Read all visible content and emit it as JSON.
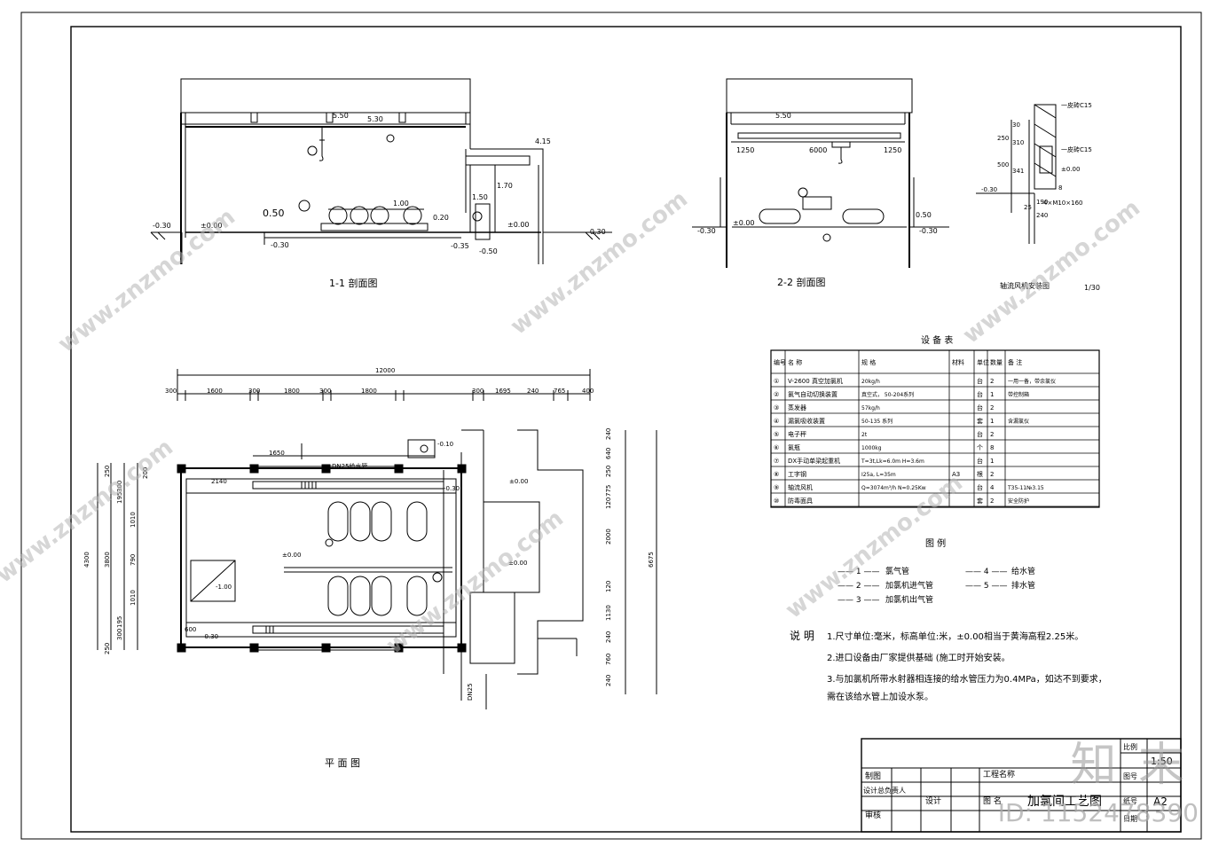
{
  "views": {
    "section11": {
      "title": "1-1   剖面图",
      "levels": [
        "-0.30",
        "±0.00",
        "-0.30",
        "-0.35",
        "-0.50",
        "±0.00",
        "-0.30"
      ],
      "dims": [
        "5.50",
        "5.30",
        "4.15",
        "1.70",
        "1.50",
        "0.20",
        "1.00"
      ],
      "label050": "0.50"
    },
    "section22": {
      "title": "2-2   剖面图",
      "dims": [
        "5.50",
        "1250",
        "6000",
        "1250"
      ],
      "levels": [
        "-0.30",
        "±0.00",
        "0.50",
        "-0.30"
      ]
    },
    "fan_detail": {
      "title": "轴流风机安装图",
      "scale": "1/30",
      "labels": [
        "一皮砖C15",
        "一皮砖C15",
        "±0.00",
        "-0.30",
        "4×M10×160",
        "8"
      ],
      "dims": [
        "30",
        "250",
        "310",
        "500",
        "341",
        "190",
        "240",
        "25"
      ]
    },
    "plan": {
      "title": "平  面  图",
      "top_total": "12000",
      "top_dims": [
        "300",
        "1600",
        "300",
        "1800",
        "300",
        "1800",
        "300",
        "1695",
        "240",
        "765",
        "400"
      ],
      "left_dims": [
        "4300",
        "3800",
        "250",
        "300",
        "195",
        "1010",
        "790",
        "1010",
        "195",
        "300",
        "250",
        "200"
      ],
      "right_total": "6675",
      "right_dims": [
        "240",
        "640",
        "250",
        "775",
        "120",
        "2000",
        "120",
        "1130",
        "240",
        "760",
        "240"
      ],
      "labels": [
        "DN25给水管",
        "±0.00",
        "±0.00",
        "-1.00",
        "DN25",
        "±0.00",
        "-0.10",
        "1650",
        "2140",
        "600",
        "-0.30",
        "-0.30"
      ]
    }
  },
  "equipment_table": {
    "title": "设  备  表",
    "headers": [
      "编号",
      "名  称",
      "规    格",
      "材料",
      "单位",
      "数量",
      "备    注"
    ],
    "rows": [
      [
        "①",
        "V-2600 真空加氯机",
        "20kg/h",
        "",
        "台",
        "2",
        "一用一备，带余氯仪"
      ],
      [
        "②",
        "氯气自动切换装置",
        "真空式， 50-204系列",
        "",
        "台",
        "1",
        "带控制箱"
      ],
      [
        "③",
        "蒸发器",
        "57kg/h",
        "",
        "台",
        "2",
        ""
      ],
      [
        "④",
        "漏氯吸收装置",
        "50-135 系列",
        "",
        "套",
        "1",
        "含漏氯仪"
      ],
      [
        "⑤",
        "电子秤",
        "2t",
        "",
        "台",
        "2",
        ""
      ],
      [
        "⑥",
        "氯瓶",
        "1000kg",
        "",
        "个",
        "8",
        ""
      ],
      [
        "⑦",
        "DX手动单梁起重机",
        "T=3t,Lk=6.0m H=3.6m",
        "",
        "台",
        "1",
        ""
      ],
      [
        "⑧",
        "工字钢",
        "I25a, L=35m",
        "A3",
        "根",
        "2",
        ""
      ],
      [
        "⑨",
        "轴流风机",
        "Q=3074m³/h N=0.25Kw",
        "",
        "台",
        "4",
        "T35-11№3.15"
      ],
      [
        "⑩",
        "防毒面具",
        "",
        "",
        "套",
        "2",
        "安全防护"
      ]
    ]
  },
  "legend": {
    "title": "图  例",
    "items": [
      {
        "code": "—— 1 ——",
        "label": "氯气管"
      },
      {
        "code": "—— 2 ——",
        "label": "加氯机进气管"
      },
      {
        "code": "—— 3 ——",
        "label": "加氯机出气管"
      },
      {
        "code": "—— 4 ——",
        "label": "给水管"
      },
      {
        "code": "—— 5 ——",
        "label": "排水管"
      }
    ]
  },
  "notes": {
    "title": "说   明",
    "items": [
      "1.尺寸单位:毫米，标高单位:米，±0.00相当于黄海高程2.25米。",
      "2.进口设备由厂家提供基础    (施工时开始安装。",
      "3.与加氯机所带水射器相连接的给水管压力为0.4MPa，如达不到要求，",
      "   需在该给水管上加设水泵。"
    ]
  },
  "title_block": {
    "project_label": "工程名称",
    "drawing_label": "图  名",
    "drawing_name": "加氯间工艺图",
    "scale_label": "比例",
    "scale": "1:50",
    "sheet_label": "图号",
    "size_label": "纸号",
    "size": "A2",
    "date_label": "日期",
    "rows": [
      "制图",
      "设计总负责人",
      "审核"
    ],
    "design_label": "设计"
  },
  "watermark": {
    "text": "www.znzmo.com",
    "brand_text": "知 末",
    "id_text": "ID: 1152478390"
  }
}
